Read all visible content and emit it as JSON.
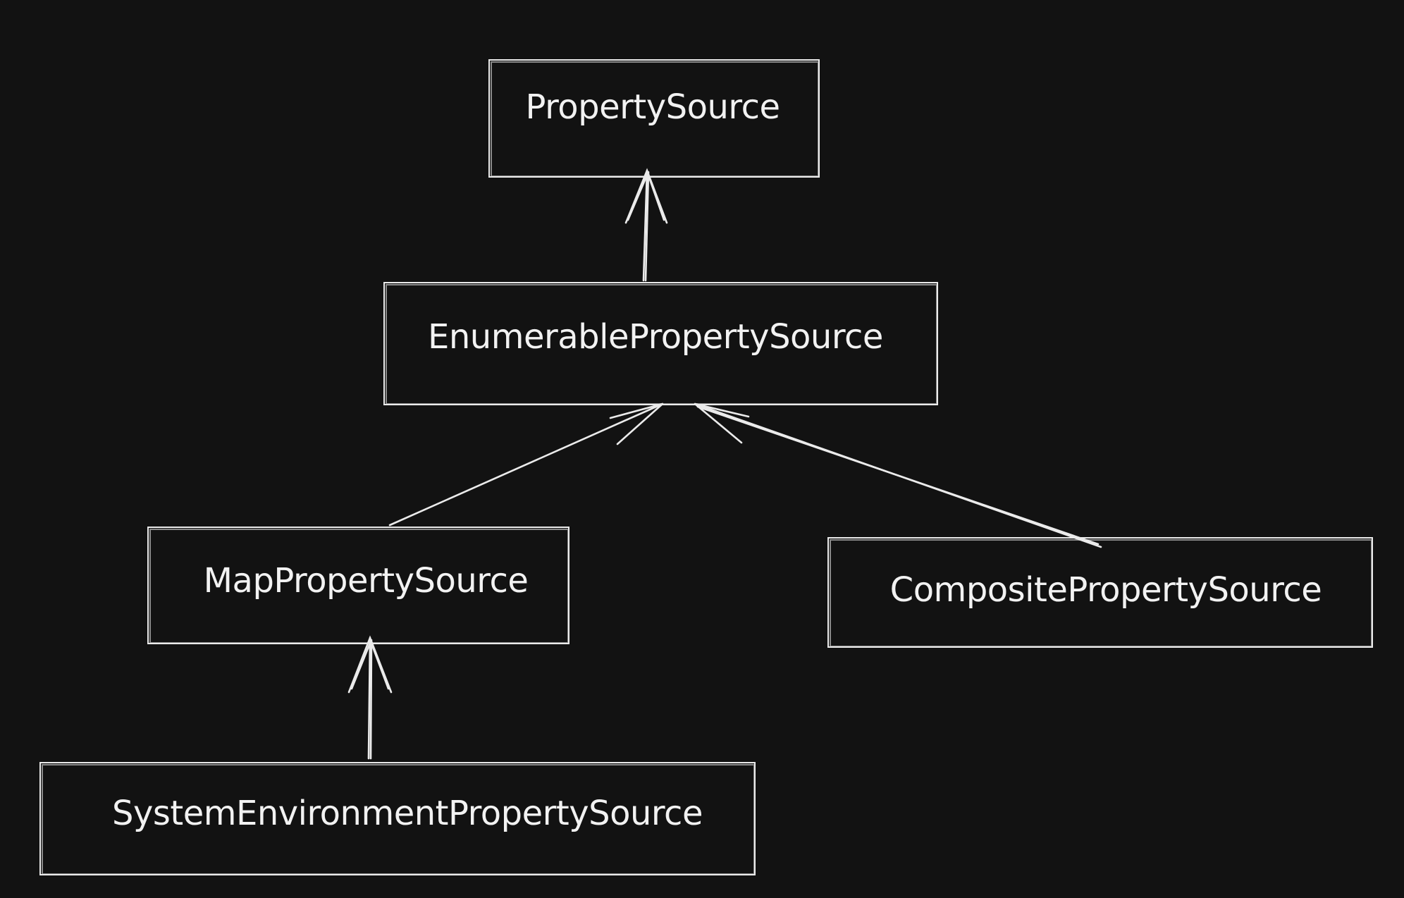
{
  "diagram": {
    "colors": {
      "background": "#121212",
      "stroke": "#ebebeb",
      "text": "#f2f2f2"
    },
    "nodes": [
      {
        "id": "property-source",
        "label": "PropertySource"
      },
      {
        "id": "enumerable-property-source",
        "label": "EnumerablePropertySource"
      },
      {
        "id": "map-property-source",
        "label": "MapPropertySource"
      },
      {
        "id": "composite-property-source",
        "label": "CompositePropertySource"
      },
      {
        "id": "system-environment-property-source",
        "label": "SystemEnvironmentPropertySource"
      }
    ],
    "edges": [
      {
        "from": "enumerable-property-source",
        "to": "property-source",
        "relation": "extends"
      },
      {
        "from": "map-property-source",
        "to": "enumerable-property-source",
        "relation": "extends"
      },
      {
        "from": "composite-property-source",
        "to": "enumerable-property-source",
        "relation": "extends"
      },
      {
        "from": "system-environment-property-source",
        "to": "map-property-source",
        "relation": "extends"
      }
    ]
  }
}
